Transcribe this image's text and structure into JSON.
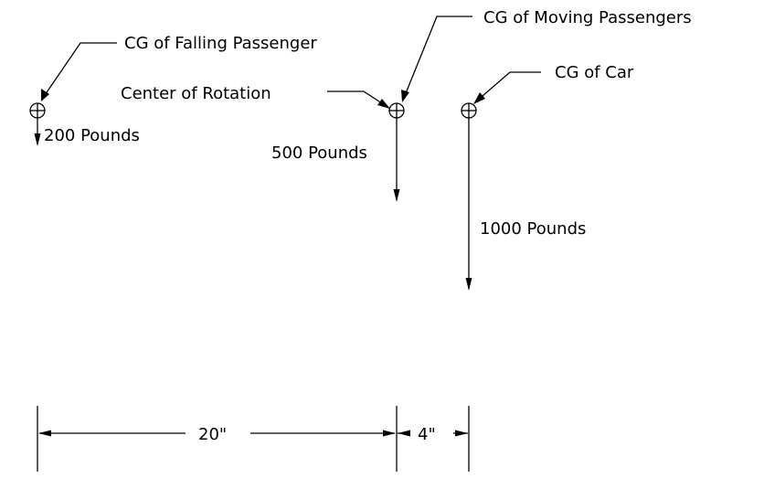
{
  "labels": {
    "cg_falling_passenger": "CG of Falling Passenger",
    "cg_moving_passengers": "CG of Moving Passengers",
    "cg_car": "CG of Car",
    "center_of_rotation": "Center of Rotation"
  },
  "forces": {
    "falling_passenger": "200 Pounds",
    "moving_passengers": "500 Pounds",
    "car": "1000 Pounds"
  },
  "dimensions": {
    "left_span": "20\"",
    "right_span": "4\""
  }
}
